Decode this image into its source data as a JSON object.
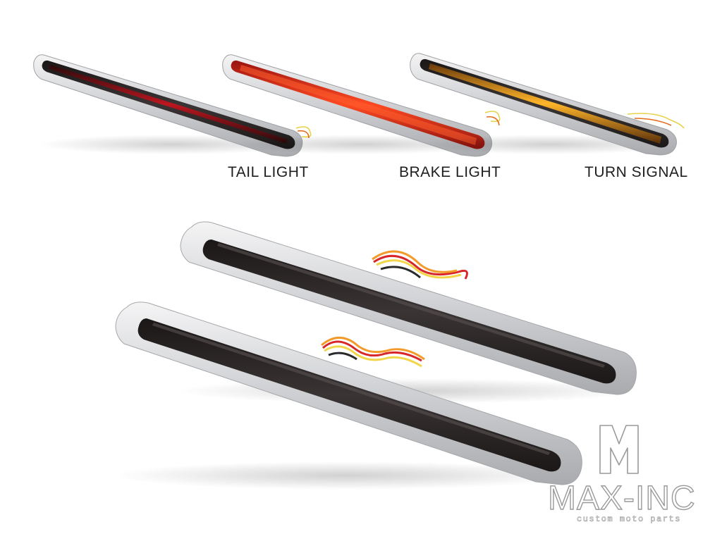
{
  "captions": {
    "tail": "TAIL LIGHT",
    "brake": "BRAKE LIGHT",
    "turn": "TURN SIGNAL"
  },
  "logo": {
    "text": "MAX-INC",
    "tagline": "custom moto parts"
  },
  "colors": {
    "housing": "#c9cacd",
    "housing_highlight": "#f2f2f3",
    "lens_dark": "#2a2626",
    "tail_red": "#b0101a",
    "brake_red": "#e8321e",
    "turn_amber": "#f3a21e"
  }
}
